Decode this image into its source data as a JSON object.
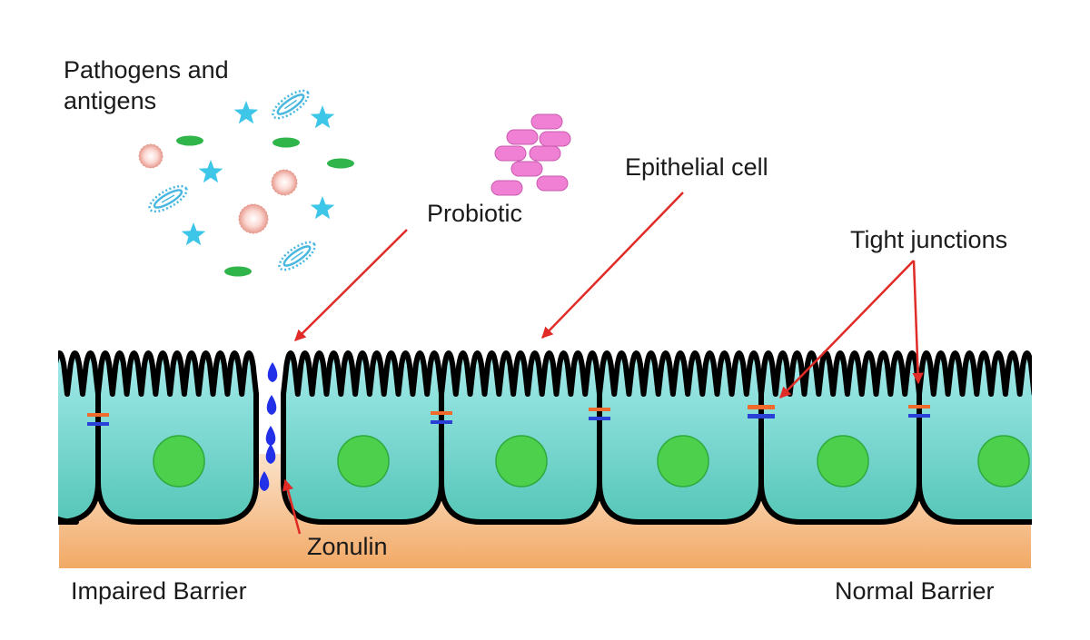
{
  "labels": {
    "pathogens": "Pathogens and\nantigens",
    "probiotic": "Probiotic",
    "epithelial": "Epithelial cell",
    "tight_junctions": "Tight junctions",
    "zonulin": "Zonulin",
    "impaired": "Impaired Barrier",
    "normal": "Normal Barrier"
  },
  "colors": {
    "cell_top": "#a3eaea",
    "cell_bottom": "#55c6b7",
    "lamina_top": "#fbe3cc",
    "lamina_bottom": "#f2a965",
    "nucleus": "#4dd14d",
    "nucleus_edge": "#2faa3c",
    "membrane": "#000000",
    "arrow": "#e02b26",
    "junction_top": "#ef6a2b",
    "junction_bottom": "#2a3fd6",
    "zonulin": "#2230e8",
    "antigen_star": "#3ec6e8",
    "antigen_oval": "#2fb54a",
    "antigen_sphere": "#e79a8e",
    "bacterium": "#49b7e0",
    "probiotic": "#f080d3"
  }
}
